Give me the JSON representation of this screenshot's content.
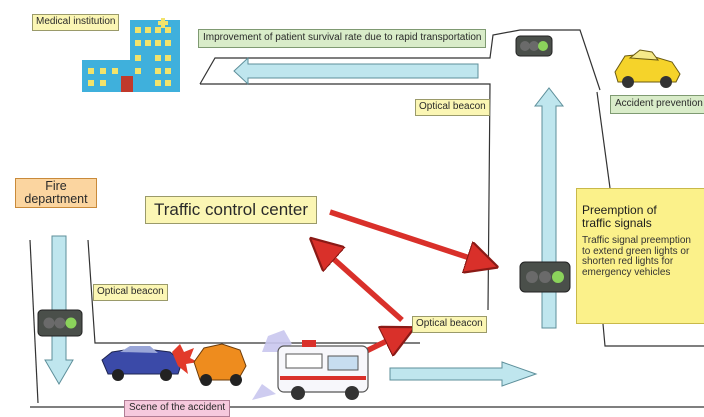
{
  "labels": {
    "medical_institution": "Medical institution",
    "improvement": "Improvement of patient survival rate due to rapid transportation",
    "optical_beacon_top": "Optical beacon",
    "accident_prevention": "Accident prevention",
    "fire_department": "Fire\ndepartment",
    "traffic_control_center": "Traffic control center",
    "optical_beacon_left": "Optical beacon",
    "optical_beacon_center": "Optical beacon",
    "scene_of_accident": "Scene of the accident"
  },
  "preemption": {
    "title": "Preemption of\ntraffic signals",
    "body": "Traffic signal preemption\nto extend green lights or\nshorten red lights for\nemergency vehicles"
  },
  "colors": {
    "flow_arrow": "#bfe6ee",
    "comm_arrow": "#d9302a",
    "building": "#3fb0dc",
    "signal_green": "#8bd35b"
  },
  "icons": [
    "hospital-building-icon",
    "traffic-signal-icon",
    "car-icon",
    "ambulance-icon",
    "crashed-cars-icon"
  ]
}
